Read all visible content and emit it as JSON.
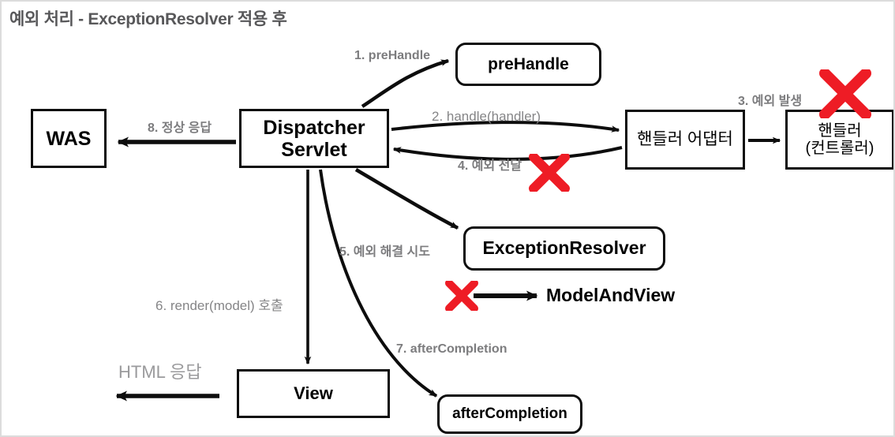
{
  "title": "예외 처리 - ExceptionResolver 적용 후",
  "nodes": {
    "was": "WAS",
    "dispatcher_line1": "Dispatcher",
    "dispatcher_line2": "Servlet",
    "prehandle": "preHandle",
    "adapter": "핸들러 어댑터",
    "handler_line1": "핸들러",
    "handler_line2": "(컨트롤러)",
    "resolver": "ExceptionResolver",
    "view": "View",
    "aftercompletion": "afterCompletion",
    "modelandview": "ModelAndView"
  },
  "edges": {
    "step1": "1. preHandle",
    "step2": "2. handle(handler)",
    "step3": "3. 예외 발생",
    "step4": "4. 예외 전달",
    "step5": "5. 예외 해결 시도",
    "step6": "6. render(model) 호출",
    "step7": "7. afterCompletion",
    "step8": "8. 정상 응답",
    "html_response": "HTML 응답"
  },
  "icons": {
    "x_handler": "red-x-icon",
    "x_exception_delivery": "red-x-icon",
    "x_modelandview": "red-x-icon"
  },
  "colors": {
    "title_text": "#58585a",
    "edge_label": "#7c7c7e",
    "edge_label_light": "#9a9a9c",
    "node_border": "#0d0d0d",
    "node_text": "#000000",
    "x_mark": "#ee1c25",
    "canvas_border": "#dcdcdc",
    "background": "#ffffff"
  },
  "chart_data": {
    "type": "diagram",
    "title": "예외 처리 - ExceptionResolver 적용 후",
    "nodes": [
      {
        "id": "was",
        "label": "WAS",
        "shape": "rect"
      },
      {
        "id": "dispatcher",
        "label": "DispatcherServlet",
        "shape": "rect"
      },
      {
        "id": "prehandle",
        "label": "preHandle",
        "shape": "rounded-rect"
      },
      {
        "id": "adapter",
        "label": "핸들러 어댑터",
        "shape": "rect"
      },
      {
        "id": "handler",
        "label": "핸들러 (컨트롤러)",
        "shape": "rect",
        "marked_x": true
      },
      {
        "id": "resolver",
        "label": "ExceptionResolver",
        "shape": "rounded-rect"
      },
      {
        "id": "modelandview",
        "label": "ModelAndView",
        "shape": "text",
        "marked_x": true
      },
      {
        "id": "view",
        "label": "View",
        "shape": "rect"
      },
      {
        "id": "aftercompletion",
        "label": "afterCompletion",
        "shape": "rounded-rect"
      }
    ],
    "edges": [
      {
        "from": "dispatcher",
        "to": "prehandle",
        "label": "1. preHandle"
      },
      {
        "from": "dispatcher",
        "to": "adapter",
        "label": "2. handle(handler)"
      },
      {
        "from": "adapter",
        "to": "handler",
        "label": "3. 예외 발생"
      },
      {
        "from": "adapter",
        "to": "dispatcher",
        "label": "4. 예외 전달",
        "marked_x": true
      },
      {
        "from": "dispatcher",
        "to": "resolver",
        "label": "5. 예외 해결 시도"
      },
      {
        "from": "resolver",
        "to": "modelandview",
        "label": "",
        "marked_x": true
      },
      {
        "from": "dispatcher",
        "to": "view",
        "label": "6. render(model) 호출"
      },
      {
        "from": "dispatcher",
        "to": "aftercompletion",
        "label": "7. afterCompletion"
      },
      {
        "from": "dispatcher",
        "to": "was",
        "label": "8. 정상 응답"
      },
      {
        "from": "view",
        "to": "client",
        "label": "HTML 응답"
      }
    ]
  }
}
